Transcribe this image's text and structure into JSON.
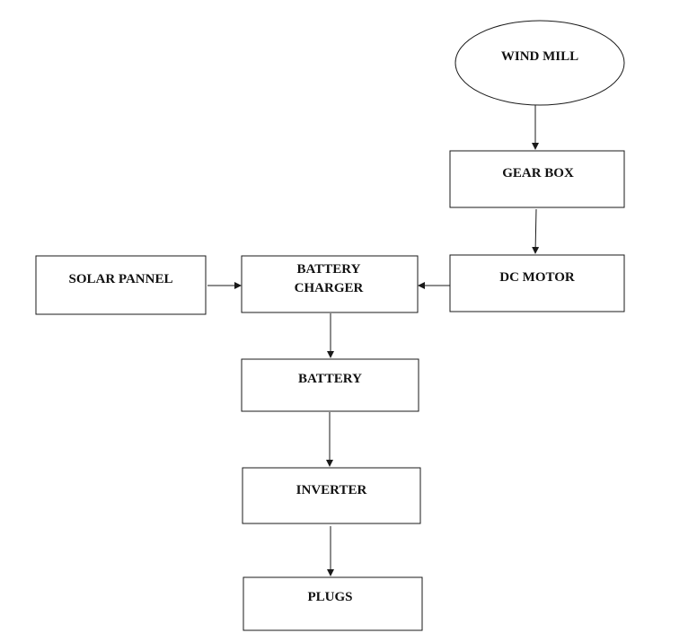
{
  "nodes": {
    "wind_mill": "WIND MILL",
    "gear_box": "GEAR BOX",
    "dc_motor": "DC MOTOR",
    "solar_pannel": "SOLAR PANNEL",
    "battery_charger": {
      "line1": "BATTERY",
      "line2": "CHARGER"
    },
    "battery": "BATTERY",
    "inverter": "INVERTER",
    "plugs": "PLUGS"
  },
  "edges": [
    {
      "from": "wind_mill",
      "to": "gear_box"
    },
    {
      "from": "gear_box",
      "to": "dc_motor"
    },
    {
      "from": "dc_motor",
      "to": "battery_charger"
    },
    {
      "from": "solar_pannel",
      "to": "battery_charger"
    },
    {
      "from": "battery_charger",
      "to": "battery"
    },
    {
      "from": "battery",
      "to": "inverter"
    },
    {
      "from": "inverter",
      "to": "plugs"
    }
  ],
  "colors": {
    "stroke": "#1a1a1a",
    "text": "#111111",
    "background": "#ffffff"
  }
}
